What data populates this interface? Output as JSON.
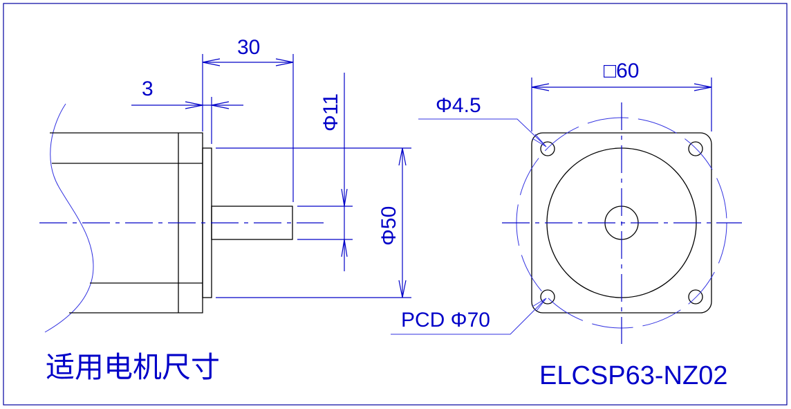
{
  "drawing": {
    "caption": "适用电机尺寸",
    "model": "ELCSP63-NZ02",
    "dimensions": {
      "shaft_length": "30",
      "flange_thickness": "3",
      "shaft_diameter": "Φ11",
      "pilot_diameter": "Φ50",
      "hole_diameter": "Φ4.5",
      "square_size": "□60",
      "pcd": "PCD Φ70"
    },
    "colors": {
      "dimension": "#0000c8",
      "outline": "#000000"
    }
  }
}
